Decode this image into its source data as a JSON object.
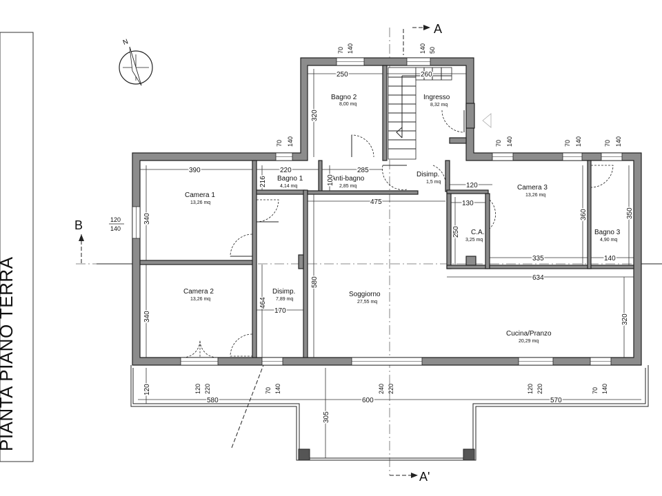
{
  "title": "PIANTA PIANO TERRA",
  "section": {
    "top": "A",
    "bottom": "A'",
    "left": "B"
  },
  "compass": {
    "north": "N"
  },
  "rooms": [
    {
      "name": "Bagno 2",
      "area": "8,00 mq"
    },
    {
      "name": "Ingresso",
      "area": "8,32 mq"
    },
    {
      "name": "Camera 1",
      "area": "13,26 mq"
    },
    {
      "name": "Bagno 1",
      "area": "4,14 mq"
    },
    {
      "name": "Anti-bagno",
      "area": "2,85 mq"
    },
    {
      "name": "Disimp.",
      "area": "1,5 mq"
    },
    {
      "name": "Camera 3",
      "area": "13,26 mq"
    },
    {
      "name": "C.A.",
      "area": "3,25 mq"
    },
    {
      "name": "Bagno 3",
      "area": "4,90 mq"
    },
    {
      "name": "Camera 2",
      "area": "13,26 mq"
    },
    {
      "name": "Disimp.",
      "area": "7,89 mq"
    },
    {
      "name": "Soggiorno",
      "area": "27,55 mq"
    },
    {
      "name": "Cucina/Pranzo",
      "area": "20,29 mq"
    }
  ],
  "dims": {
    "d250": "250",
    "d260": "260",
    "d320a": "320",
    "d390": "390",
    "d220": "220",
    "d285": "285",
    "d216": "216",
    "d100": "100",
    "d475": "475",
    "d120a": "120",
    "d130": "130",
    "d250b": "250",
    "d360": "360",
    "d350": "350",
    "d335": "335",
    "d140a": "140",
    "d634": "634",
    "d340a": "340",
    "d340b": "340",
    "d464": "464",
    "d170": "170",
    "d580a": "580",
    "d320b": "320",
    "d305": "305",
    "d580b": "580",
    "d600": "600",
    "d570": "570",
    "d120b": "120"
  },
  "windows": {
    "w1a": "70",
    "w1b": "140",
    "w2a": "140",
    "w2b": "50",
    "w3a": "70",
    "w3b": "140",
    "w4a": "70",
    "w4b": "140",
    "w5a": "70",
    "w5b": "140",
    "w6a": "70",
    "w6b": "140",
    "w7a": "120",
    "w7b": "140",
    "w8a": "120",
    "w8b": "220",
    "w9a": "70",
    "w9b": "140",
    "w10a": "240",
    "w10b": "220",
    "w11a": "120",
    "w11b": "220",
    "w12a": "70",
    "w12b": "140"
  }
}
